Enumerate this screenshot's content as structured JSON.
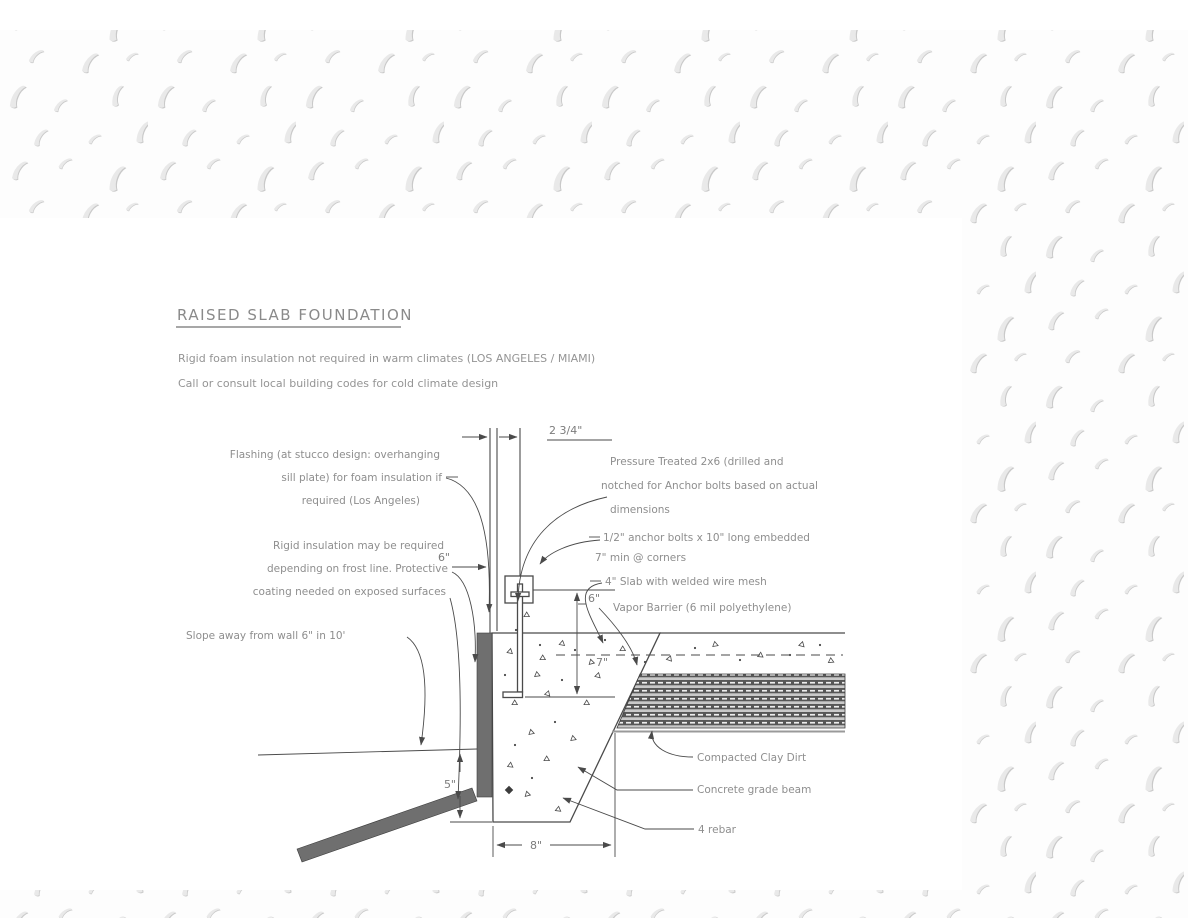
{
  "title": "RAISED SLAB FOUNDATION",
  "notes": [
    "Rigid foam insulation not required in warm climates (LOS ANGELES / MIAMI)",
    "Call or consult local building codes for cold climate design"
  ],
  "labels": {
    "flashing": [
      "Flashing (at stucco design: overhanging",
      "sill plate) for foam insulation if",
      "required (Los Angeles)"
    ],
    "rigid_insulation": [
      "Rigid insulation may be required",
      "depending on frost line. Protective",
      "coating needed on exposed surfaces"
    ],
    "slope": "Slope away from wall 6\" in 10'",
    "pressure_treated": [
      "Pressure Treated 2x6 (drilled and",
      "notched for Anchor bolts based on actual",
      "dimensions"
    ],
    "anchor_bolt": "1/2\" anchor bolts x 10\" long embedded",
    "corners": "7\" min @ corners",
    "slab": "4\" Slab with welded wire mesh",
    "vapor_barrier": "Vapor Barrier (6 mil polyethylene)",
    "compacted_clay": "Compacted Clay Dirt",
    "grade_beam": "Concrete grade beam",
    "rebar": "4 rebar"
  },
  "dimensions": {
    "top_width": "2 3/4\"",
    "wall_offset": "6\"",
    "grade_depth": "5\"",
    "embedment": "7\"",
    "beam_width": "8\"",
    "vapor_offset": "6\""
  },
  "colors": {
    "line": "#4a4a4a",
    "text": "#8e8e8e",
    "steel_gray": "#6f6f6f",
    "clay_dark": "#575757"
  }
}
